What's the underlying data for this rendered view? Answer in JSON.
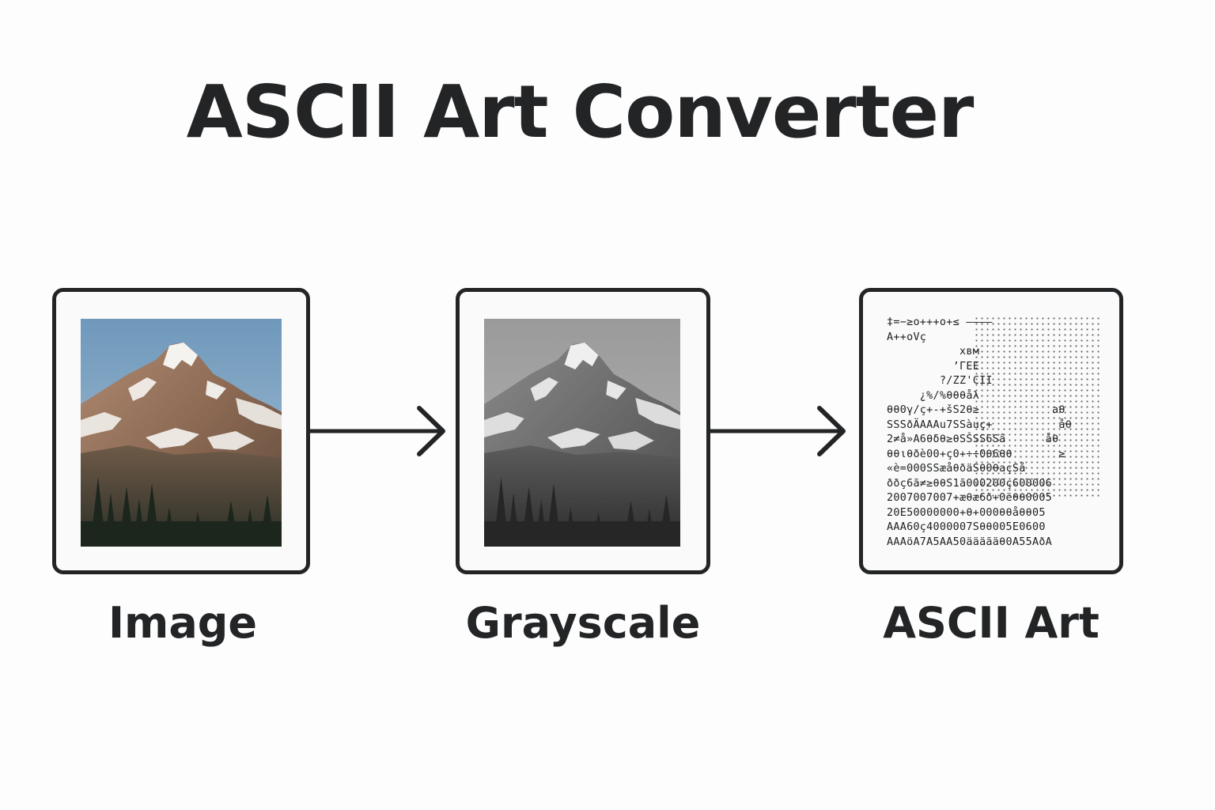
{
  "title": "ASCII Art Converter",
  "steps": [
    {
      "label": "Image"
    },
    {
      "label": "Grayscale"
    },
    {
      "label": "ASCII Art"
    }
  ],
  "ascii_lines": [
    "‡=−≥o+++o+≤ ————",
    "A++oVç",
    "           xвм",
    "          ’ГЕЕ",
    "        ?/ZZ'CII",
    "     ¿%/%θθθåλ",
    "θθ0γ/ç+-+šS2θ≥           aθ",
    "SSSðÄAAAu7SSàuç+          åθ",
    "2≠å»A6θδθ≥θSŠSS6Sâ      åθ",
    "θθιθðè00+ç0+÷÷0θ6θθ       ≥",
    "«è=000SSæåθðäSθ0θaçSå",
    "ððç6ã≠≥θθS1ã000200ç600006",
    "2007007007+æθæ6ð+0ëθθ0005",
    "20E50000000+θ+000θθåθθ05",
    "AAA60ç4000007Sθθ005E0600",
    "AAAöA7A5AA50äääãäθ0A55AðA"
  ],
  "colors": {
    "ink": "#222426",
    "sky": "#7ea3c1",
    "rock": "#8a6a55",
    "snow": "#f2f2f0",
    "forest": "#1f2a1f"
  },
  "icons": [
    "arrow-right-icon",
    "arrow-right-icon"
  ]
}
